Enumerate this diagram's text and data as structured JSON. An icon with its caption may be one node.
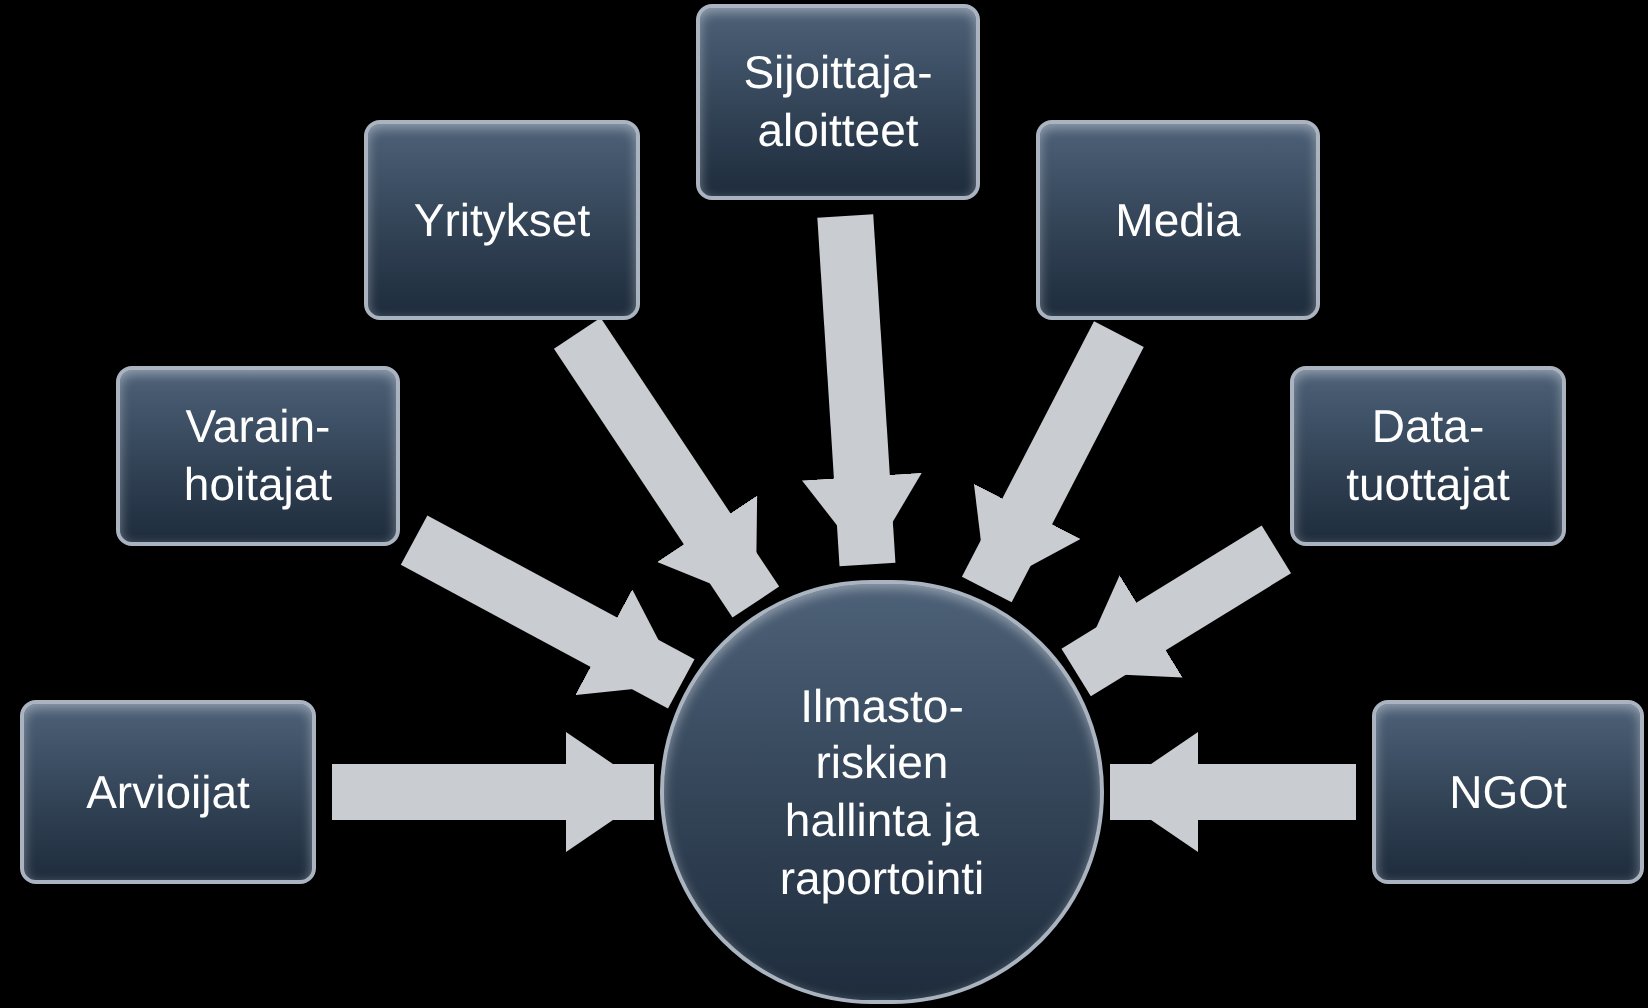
{
  "diagram": {
    "nodes": [
      {
        "text": [
          "Arvioijat"
        ]
      },
      {
        "text": [
          "Varain- hoitajat"
        ]
      },
      {
        "text": [
          "Yritykset"
        ]
      },
      {
        "text": [
          "Sijoittaja- aloitteet"
        ]
      },
      {
        "text": [
          "Media"
        ]
      },
      {
        "text": [
          "Data- tuottajat"
        ]
      },
      {
        "text": [
          "NGOt"
        ]
      },
      {
        "text": [
          "Ilmasto- riskien hallinta ja raportointi"
        ]
      }
    ],
    "edges": [
      {
        "from": 0,
        "to": 7,
        "arrow": "to"
      },
      {
        "from": 1,
        "to": 7,
        "arrow": "to"
      },
      {
        "from": 2,
        "to": 7,
        "arrow": "to"
      },
      {
        "from": 3,
        "to": 7,
        "arrow": "to"
      },
      {
        "from": 4,
        "to": 7,
        "arrow": "to"
      },
      {
        "from": 5,
        "to": 7,
        "arrow": "to"
      },
      {
        "from": 6,
        "to": 7,
        "arrow": "to"
      }
    ]
  }
}
